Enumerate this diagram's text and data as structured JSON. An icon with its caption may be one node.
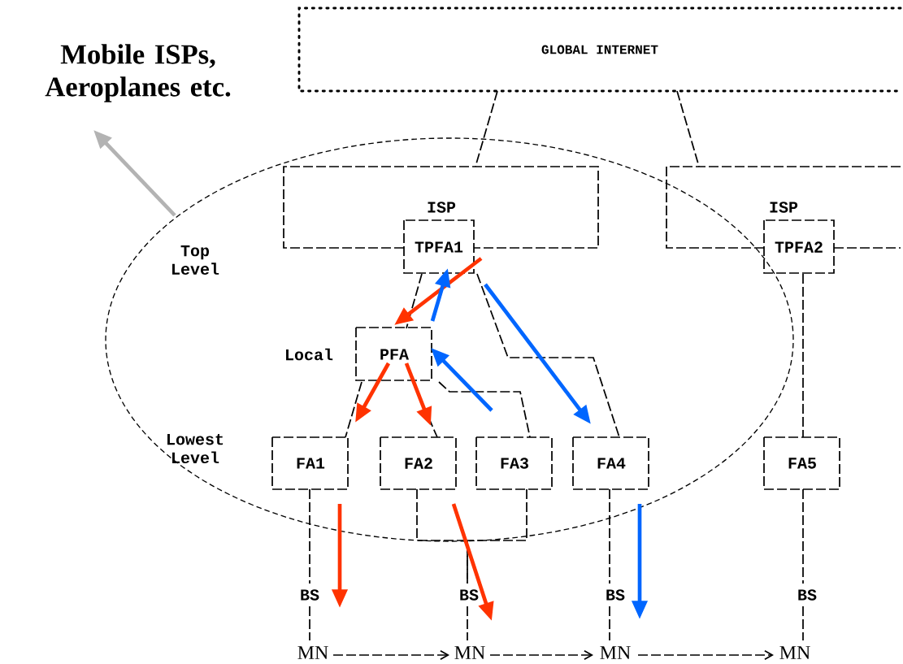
{
  "diagram": {
    "nodes": [
      {
        "text": [
          "Mobile ISPs, Aeroplanes etc."
        ]
      },
      {
        "text": [
          "GLOBAL INTERNET"
        ]
      },
      {
        "text": [],
        "shape": "ellipse"
      },
      {
        "text": [
          "ISP"
        ],
        "in": 2
      },
      {
        "text": [
          "TPFA1"
        ],
        "in": 2
      },
      {
        "text": [
          "ISP"
        ]
      },
      {
        "text": [
          "TPFA2"
        ]
      },
      {
        "text": [
          "PFA"
        ],
        "in": 2
      },
      {
        "text": [
          "FA1"
        ],
        "in": 2
      },
      {
        "text": [
          "FA2"
        ],
        "in": 2
      },
      {
        "text": [
          "FA3"
        ],
        "in": 2
      },
      {
        "text": [
          "FA4"
        ],
        "in": 2
      },
      {
        "text": [
          "FA5"
        ]
      },
      {
        "text": [
          "BS"
        ]
      },
      {
        "text": [
          "BS"
        ]
      },
      {
        "text": [
          "BS"
        ]
      },
      {
        "text": [
          "BS"
        ]
      },
      {
        "text": [
          "MN"
        ]
      },
      {
        "text": [
          "MN"
        ]
      },
      {
        "text": [
          "MN"
        ]
      },
      {
        "text": [
          "MN"
        ]
      }
    ],
    "edges": [
      {
        "from": 1,
        "to": 3,
        "arrow": "none",
        "style": "dashed"
      },
      {
        "from": 1,
        "to": 5,
        "arrow": "none",
        "style": "dashed"
      },
      {
        "from": 4,
        "to": 7,
        "arrow": "none",
        "style": "dashed"
      },
      {
        "from": 4,
        "to": 11,
        "arrow": "none",
        "style": "dashed"
      },
      {
        "from": 6,
        "to": 12,
        "arrow": "none",
        "style": "dashed"
      },
      {
        "from": 7,
        "to": 8,
        "arrow": "none",
        "style": "dashed"
      },
      {
        "from": 7,
        "to": 9,
        "arrow": "none",
        "style": "dashed"
      },
      {
        "from": 7,
        "to": 10,
        "arrow": "none",
        "style": "dashed"
      },
      {
        "from": 8,
        "to": 13,
        "arrow": "none",
        "style": "dashed"
      },
      {
        "from": 9,
        "to": 14,
        "arrow": "none",
        "style": "dashed"
      },
      {
        "from": 10,
        "to": 14,
        "arrow": "none",
        "style": "dashed"
      },
      {
        "from": 11,
        "to": 15,
        "arrow": "none",
        "style": "dashed"
      },
      {
        "from": 12,
        "to": 16,
        "arrow": "none",
        "style": "dashed"
      },
      {
        "from": 13,
        "to": 17,
        "arrow": "none",
        "style": "dashed"
      },
      {
        "from": 14,
        "to": 18,
        "arrow": "none",
        "style": "dashed"
      },
      {
        "from": 15,
        "to": 19,
        "arrow": "none",
        "style": "dashed"
      },
      {
        "from": 16,
        "to": 20,
        "arrow": "none",
        "style": "dashed"
      },
      {
        "from": 17,
        "to": 18,
        "arrow": "to",
        "style": "dashed"
      },
      {
        "from": 18,
        "to": 19,
        "arrow": "to",
        "style": "dashed"
      },
      {
        "from": 19,
        "to": 20,
        "arrow": "to",
        "style": "dashed"
      },
      {
        "from": 4,
        "to": 7,
        "arrow": "to",
        "style": "thick",
        "color": "#ff3300"
      },
      {
        "from": 7,
        "to": 4,
        "arrow": "to",
        "style": "thick",
        "color": "#0066ff"
      },
      {
        "from": 7,
        "to": 8,
        "arrow": "to",
        "style": "thick",
        "color": "#ff3300"
      },
      {
        "from": 7,
        "to": 9,
        "arrow": "to",
        "style": "thick",
        "color": "#ff3300"
      },
      {
        "from": 10,
        "to": 7,
        "arrow": "to",
        "style": "thick",
        "color": "#0066ff"
      },
      {
        "from": 4,
        "to": 11,
        "arrow": "to",
        "style": "thick",
        "color": "#0066ff"
      },
      {
        "from": 8,
        "to": 13,
        "arrow": "to",
        "style": "thick",
        "color": "#ff3300"
      },
      {
        "from": 9,
        "to": 14,
        "arrow": "to",
        "style": "thick",
        "color": "#ff3300"
      },
      {
        "from": 11,
        "to": 15,
        "arrow": "to",
        "style": "thick",
        "color": "#0066ff"
      },
      {
        "from": 2,
        "to": 0,
        "arrow": "to",
        "style": "thick",
        "color": "#b3b3b3"
      }
    ],
    "labels": [
      "Top Level",
      "Local",
      "Lowest Level"
    ]
  }
}
